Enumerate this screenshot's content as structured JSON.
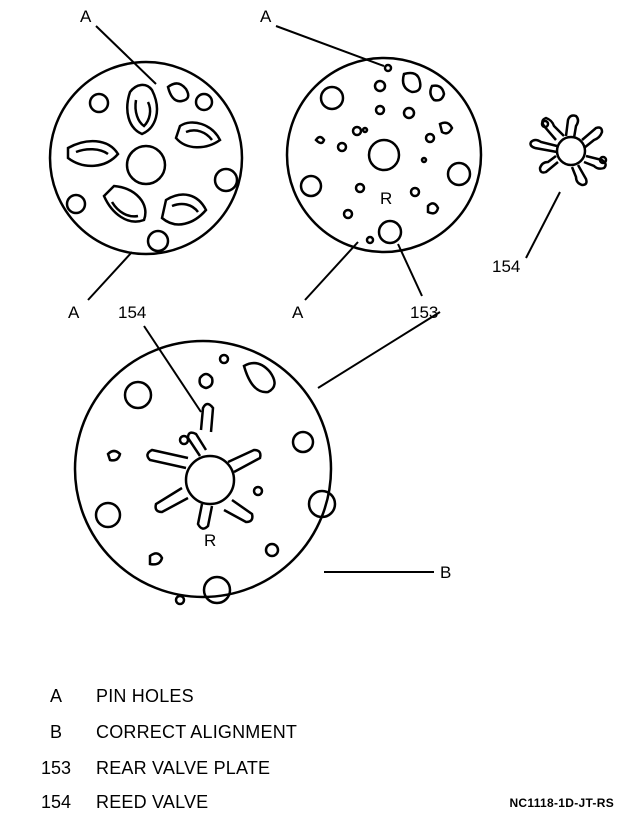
{
  "callouts": {
    "top_left_a_upper": "A",
    "top_left_a_lower": "A",
    "top_mid_a_upper": "A",
    "top_mid_a_lower": "A",
    "top_mid_r": "R",
    "top_mid_153": "153",
    "top_right_154": "154",
    "bottom_154": "154",
    "bottom_r": "R",
    "bottom_b": "B"
  },
  "legend": [
    {
      "key": "A",
      "text": "PIN HOLES"
    },
    {
      "key": "B",
      "text": "CORRECT ALIGNMENT"
    },
    {
      "key": "153",
      "text": "REAR VALVE PLATE"
    },
    {
      "key": "154",
      "text": "REED VALVE"
    }
  ],
  "figure_code": "NC1118-1D-JT-RS"
}
